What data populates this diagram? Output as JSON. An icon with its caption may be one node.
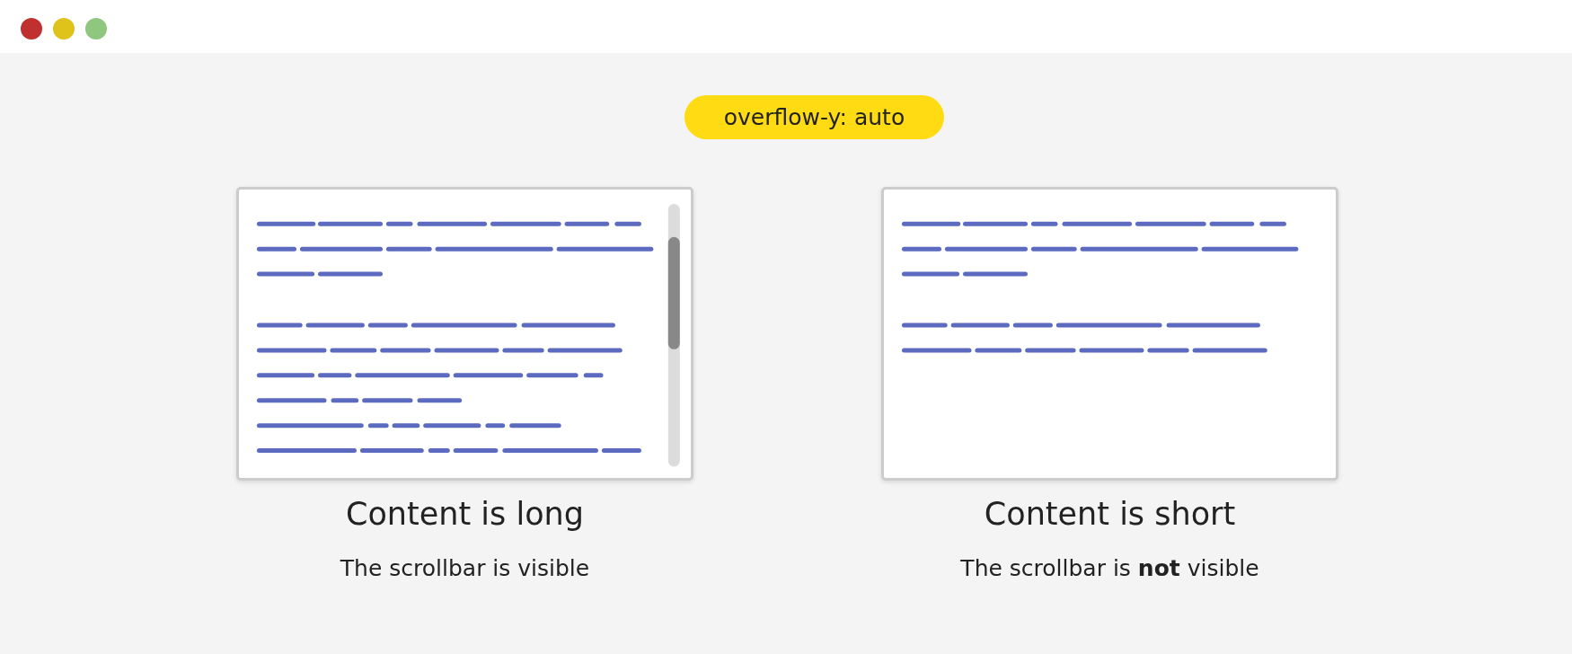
{
  "diagram": {
    "nodes": [
      {
        "text": [
          "overflow-y: auto"
        ]
      },
      {
        "text": [
          "Content is long",
          "The scrollbar is visible"
        ]
      },
      {
        "text": [
          "Content is short",
          "The scrollbar is **not** visible"
        ]
      }
    ]
  }
}
